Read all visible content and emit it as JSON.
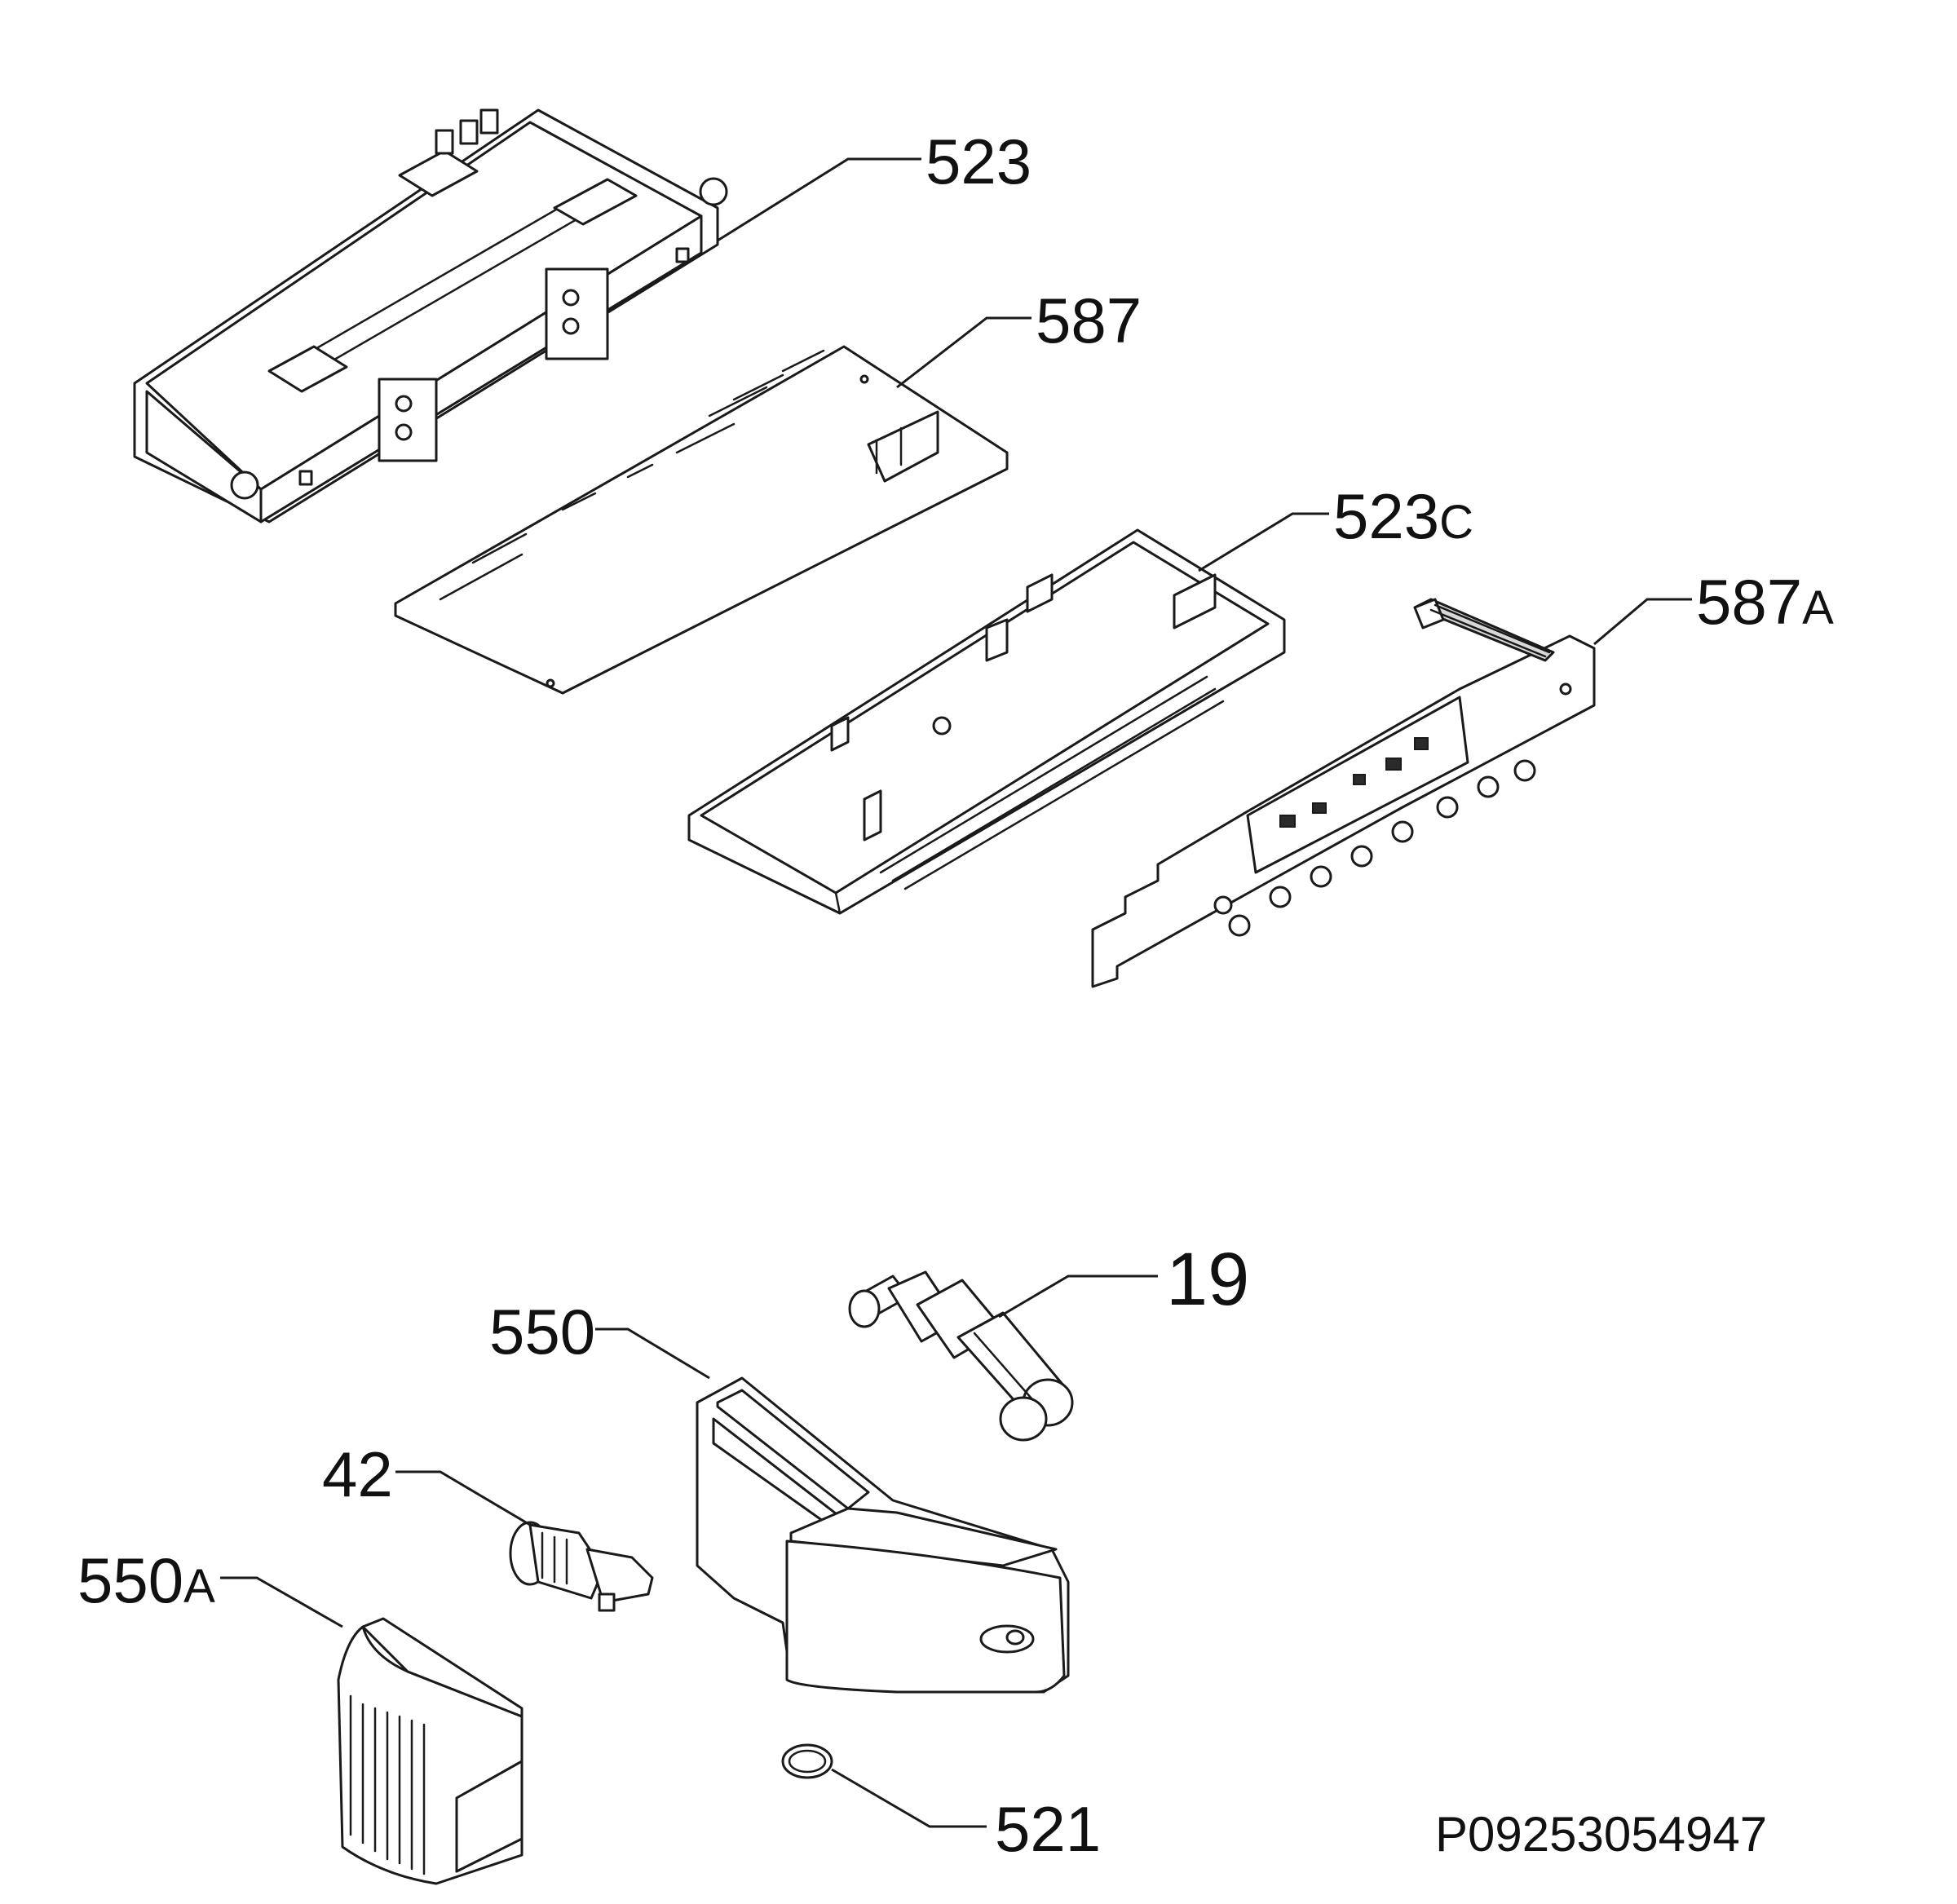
{
  "callouts": {
    "p523": "523",
    "p587": "587",
    "p523c_num": "523",
    "p523c_suffix": "C",
    "p587a_num": "587",
    "p587a_suffix": "A",
    "p19": "19",
    "p550": "550",
    "p42": "42",
    "p550a_num": "550",
    "p550a_suffix": "A",
    "p521": "521"
  },
  "reference_code": "P09253054947"
}
